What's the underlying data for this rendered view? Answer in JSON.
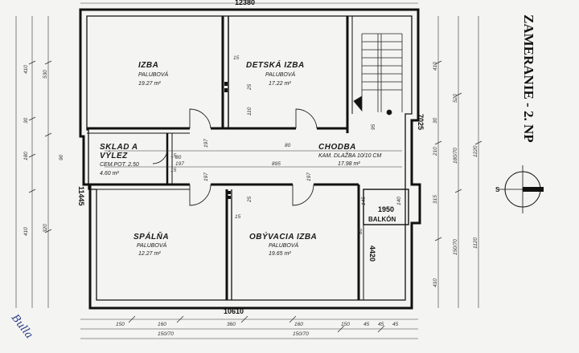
{
  "drawing": {
    "title": "ZAMERANIE - 2. NP",
    "compass_label": "S",
    "handwriting": "Bulla"
  },
  "rooms": {
    "izba": {
      "name": "IZBA",
      "floor": "PALUBOVÁ",
      "area": "19.27 m²"
    },
    "detska": {
      "name": "DETSKÁ IZBA",
      "floor": "PALUBOVÁ",
      "area": "17.22 m²"
    },
    "sklad": {
      "name1": "SKLAD A",
      "name2": "VÝLEZ",
      "floor": "CEM.POT. 2.50",
      "area": "4.60 m²"
    },
    "chodba": {
      "name": "CHODBA",
      "floor": "KAM. DLAŽBA 10/10 CM",
      "area": "17.98 m²"
    },
    "spalna": {
      "name": "SPÁLŇA",
      "floor": "PALUBOVÁ",
      "area": "12.27 m²"
    },
    "obyvacia": {
      "name": "OBÝVACIA IZBA",
      "floor": "PALUBOVÁ",
      "area": "19.65 m²"
    },
    "balkon": {
      "name": "BALKÓN"
    }
  },
  "dimensions": {
    "top_total": "12380",
    "bottom_total": "10610",
    "left_height": "11445",
    "right_upper": "7025",
    "right_lower": "4420",
    "balcony_width": "1950",
    "corridor_length": "895",
    "left_chain": [
      "410",
      "530",
      "30",
      "180",
      "90",
      "320",
      "410"
    ],
    "right_chain": [
      "410",
      "520",
      "30",
      "210",
      "180/70",
      "315",
      "150/70",
      "410"
    ],
    "far_right": [
      "1220",
      "1120"
    ],
    "bottom_chain": [
      "150",
      "160",
      "150/70",
      "360",
      "160",
      "150/70",
      "150",
      "45",
      "45",
      "45"
    ],
    "misc": [
      "15",
      "15",
      "15",
      "15",
      "80",
      "80",
      "197",
      "197",
      "197",
      "197",
      "25",
      "110",
      "95",
      "140",
      "145",
      "80",
      "25"
    ]
  }
}
